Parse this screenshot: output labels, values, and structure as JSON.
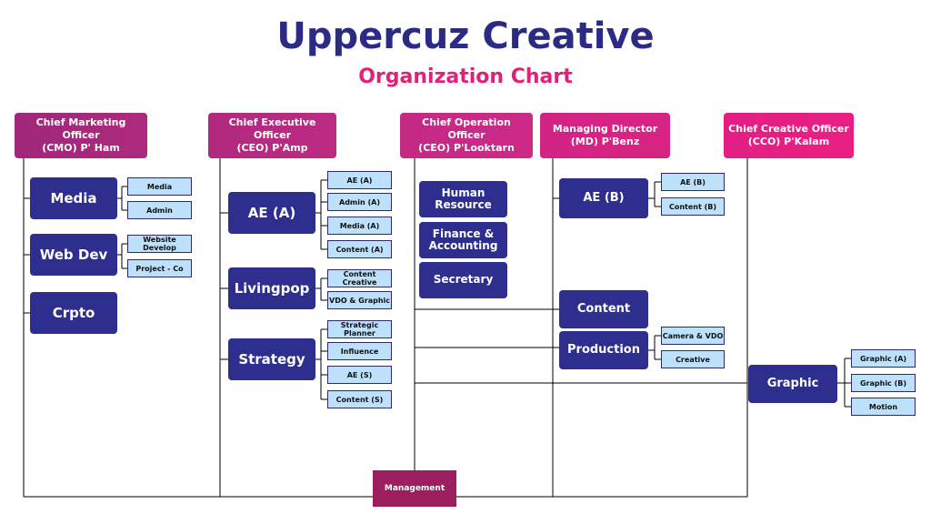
{
  "header": {
    "title": "Uppercuz Creative",
    "subtitle": "Organization Chart"
  },
  "colors": {
    "title": "#2b2b86",
    "subtitle": "#e0217a",
    "dept_box": "#2e2e8f",
    "sub_box": "#bde0fb",
    "management_box": "#9c1e5e",
    "exec_gradient_start": "#a0277a",
    "exec_gradient_end": "#e91e82"
  },
  "executives": [
    {
      "title": "Chief Marketing Officer",
      "name": "(CMO) P' Ham"
    },
    {
      "title": "Chief Executive Officer",
      "name": "(CEO) P'Amp"
    },
    {
      "title": "Chief Operation Officer",
      "name": "(CEO) P'Looktarn"
    },
    {
      "title": "Managing Director",
      "name": "(MD) P'Benz"
    },
    {
      "title": "Chief Creative Officer",
      "name": "(CCO) P'Kalam"
    }
  ],
  "cmo": {
    "depts": [
      {
        "label": "Media",
        "subs": [
          "Media",
          "Admin"
        ]
      },
      {
        "label": "Web Dev",
        "subs": [
          "Website Develop",
          "Project - Co"
        ]
      },
      {
        "label": "Crpto",
        "subs": []
      }
    ]
  },
  "ceo": {
    "depts": [
      {
        "label": "AE (A)",
        "subs": [
          "AE (A)",
          "Admin (A)",
          "Media (A)",
          "Content (A)"
        ]
      },
      {
        "label": "Livingpop",
        "subs": [
          "Content Creative",
          "VDO & Graphic"
        ]
      },
      {
        "label": "Strategy",
        "subs": [
          "Strategic Planner",
          "Influence",
          "AE (S)",
          "Content (S)"
        ]
      }
    ]
  },
  "coo": {
    "depts": [
      "Human Resource",
      "Finance & Accounting",
      "Secretary"
    ]
  },
  "md": {
    "depts": [
      {
        "label": "AE (B)",
        "subs": [
          "AE (B)",
          "Content (B)"
        ]
      },
      {
        "label": "Content",
        "subs": []
      },
      {
        "label": "Production",
        "subs": [
          "Camera & VDO",
          "Creative"
        ]
      }
    ]
  },
  "cco": {
    "depts": [
      {
        "label": "Graphic",
        "subs": [
          "Graphic (A)",
          "Graphic (B)",
          "Motion"
        ]
      }
    ]
  },
  "management": {
    "label": "Management"
  }
}
